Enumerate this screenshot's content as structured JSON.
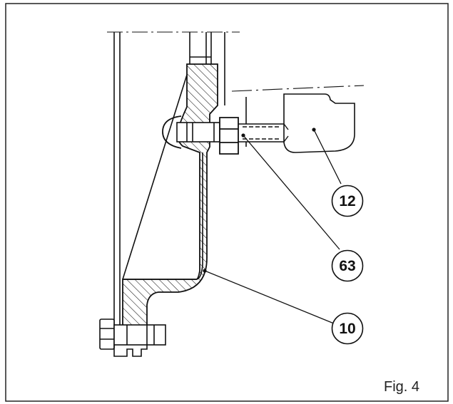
{
  "figure": {
    "caption": "Fig. 4"
  },
  "callouts": [
    {
      "label": "12"
    },
    {
      "label": "63"
    },
    {
      "label": "10"
    }
  ],
  "colors": {
    "line": "#111111",
    "frame": "#222222",
    "background": "#ffffff"
  }
}
